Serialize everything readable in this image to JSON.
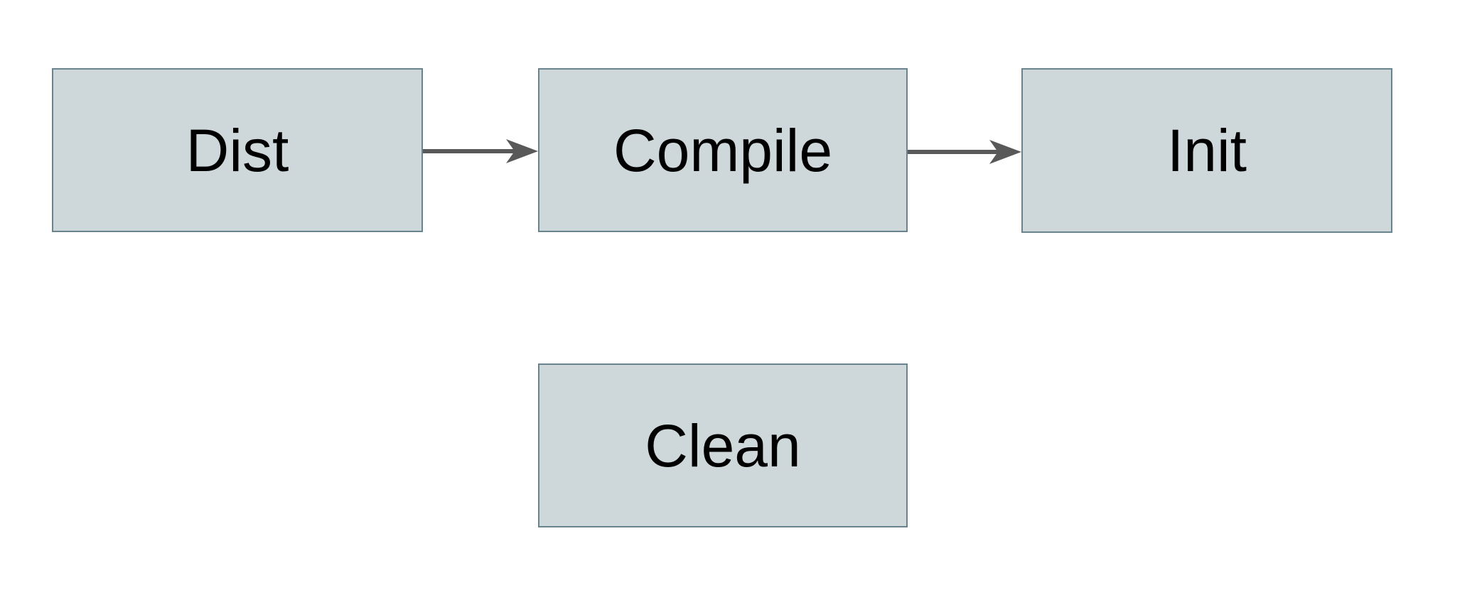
{
  "diagram": {
    "background_color": "#ffffff",
    "node_fill_color": "#ced7da",
    "node_border_color": "#69838f",
    "arrow_color": "#595959",
    "text_color": "#000000",
    "nodes": [
      {
        "id": "dist",
        "label": "Dist"
      },
      {
        "id": "compile",
        "label": "Compile"
      },
      {
        "id": "init",
        "label": "Init"
      },
      {
        "id": "clean",
        "label": "Clean"
      }
    ],
    "edges": [
      {
        "from": "Dist",
        "to": "Compile"
      },
      {
        "from": "Compile",
        "to": "Init"
      }
    ]
  }
}
